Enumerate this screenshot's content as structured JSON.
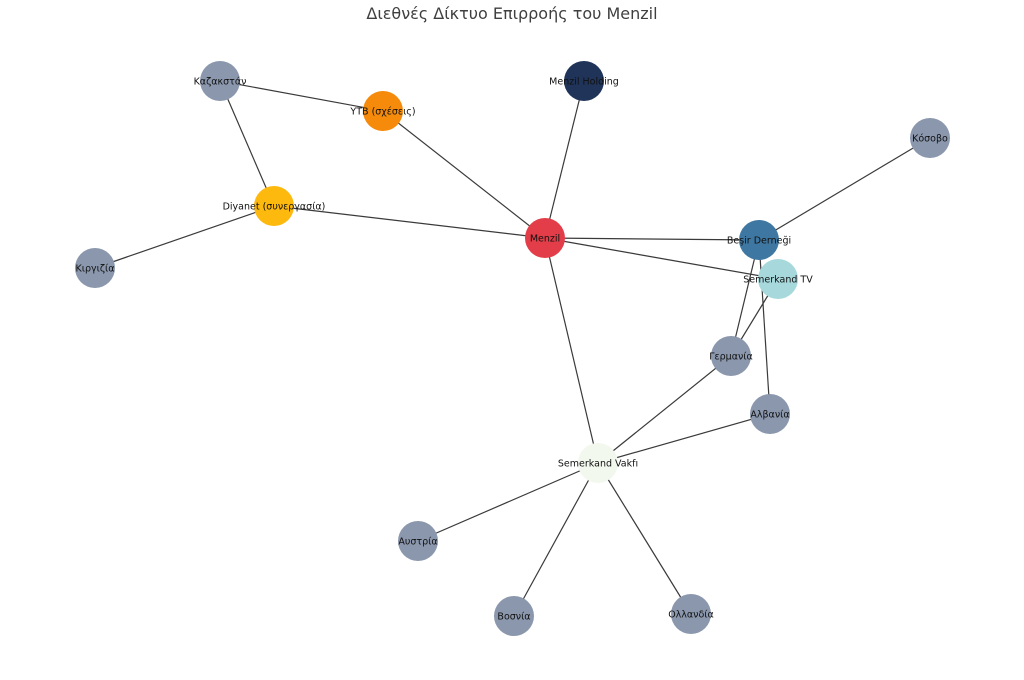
{
  "title": "Διεθνές Δίκτυο Επιρροής του Menzil",
  "colors": {
    "background": "#ffffff",
    "edge": "#3a3a3a",
    "label": "#111111"
  },
  "nodes": [
    {
      "id": "menzil",
      "label": "Menzil",
      "color": "#e23d48"
    },
    {
      "id": "menzil_holding",
      "label": "Menzil Holding",
      "color": "#1f3458"
    },
    {
      "id": "ytb",
      "label": "YTB (σχέσεις)",
      "color": "#f58a0b"
    },
    {
      "id": "diyanet",
      "label": "Diyanet (συνεργασία)",
      "color": "#fdb90e"
    },
    {
      "id": "kazakhstan",
      "label": "Καζακστάν",
      "color": "#8a97ad"
    },
    {
      "id": "kyrgyzstan",
      "label": "Κιργιζία",
      "color": "#8a97ad"
    },
    {
      "id": "besir",
      "label": "Beşir Derneği",
      "color": "#3e77a1"
    },
    {
      "id": "kosovo",
      "label": "Κόσοβο",
      "color": "#8a97ad"
    },
    {
      "id": "semerkand_tv",
      "label": "Semerkand TV",
      "color": "#a6d8dc"
    },
    {
      "id": "germany",
      "label": "Γερμανία",
      "color": "#8a97ad"
    },
    {
      "id": "albania",
      "label": "Αλβανία",
      "color": "#8a97ad"
    },
    {
      "id": "semerkand_vakfi",
      "label": "Semerkand Vakfı",
      "color": "#f2f8ee"
    },
    {
      "id": "austria",
      "label": "Αυστρία",
      "color": "#8a97ad"
    },
    {
      "id": "bosnia",
      "label": "Βοσνία",
      "color": "#8a97ad"
    },
    {
      "id": "netherlands",
      "label": "Ολλανδία",
      "color": "#8a97ad"
    }
  ],
  "edges": [
    [
      "menzil",
      "menzil_holding"
    ],
    [
      "menzil",
      "ytb"
    ],
    [
      "menzil",
      "diyanet"
    ],
    [
      "menzil",
      "besir"
    ],
    [
      "menzil",
      "semerkand_tv"
    ],
    [
      "menzil",
      "semerkand_vakfi"
    ],
    [
      "ytb",
      "kazakhstan"
    ],
    [
      "diyanet",
      "kazakhstan"
    ],
    [
      "diyanet",
      "kyrgyzstan"
    ],
    [
      "besir",
      "kosovo"
    ],
    [
      "besir",
      "germany"
    ],
    [
      "besir",
      "albania"
    ],
    [
      "semerkand_tv",
      "germany"
    ],
    [
      "semerkand_vakfi",
      "germany"
    ],
    [
      "semerkand_vakfi",
      "albania"
    ],
    [
      "semerkand_vakfi",
      "austria"
    ],
    [
      "semerkand_vakfi",
      "bosnia"
    ],
    [
      "semerkand_vakfi",
      "netherlands"
    ]
  ]
}
